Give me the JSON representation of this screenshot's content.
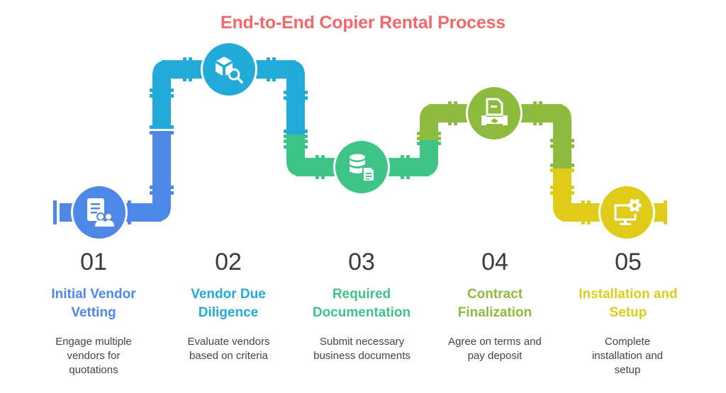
{
  "title": "End-to-End Copier Rental Process",
  "title_color": "#f2676a",
  "steps": [
    {
      "number": "01",
      "title": "Initial Vendor Vetting",
      "description": "Engage multiple vendors for quotations",
      "color": "#4e88e6",
      "icon": "document-users-icon"
    },
    {
      "number": "02",
      "title": "Vendor Due Diligence",
      "description": "Evaluate vendors based on criteria",
      "color": "#22aad9",
      "icon": "box-search-icon"
    },
    {
      "number": "03",
      "title": "Required Documentation",
      "description": "Submit necessary business documents",
      "color": "#3ec486",
      "icon": "database-document-icon"
    },
    {
      "number": "04",
      "title": "Contract Finalization",
      "description": "Agree on terms and pay deposit",
      "color": "#8dbb3e",
      "icon": "contract-handshake-icon"
    },
    {
      "number": "05",
      "title": "Installation and Setup",
      "description": "Complete installation and setup",
      "color": "#decb1a",
      "icon": "monitor-gear-icon"
    }
  ]
}
